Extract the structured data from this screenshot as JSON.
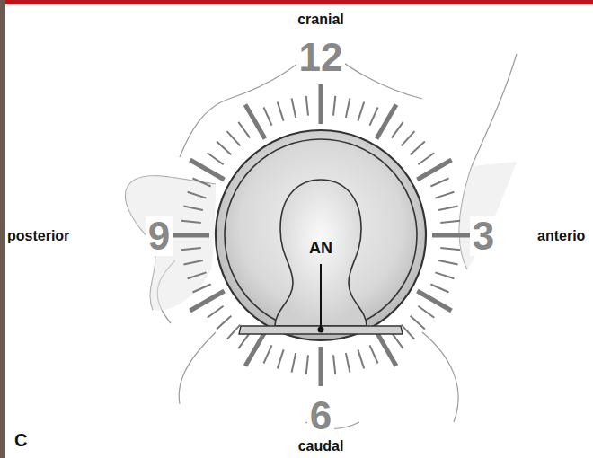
{
  "diagram": {
    "labels": [
      "cranial",
      "12",
      "posterior",
      "9",
      "3",
      "anterio",
      "AN",
      "6",
      "caudal",
      "C"
    ]
  }
}
